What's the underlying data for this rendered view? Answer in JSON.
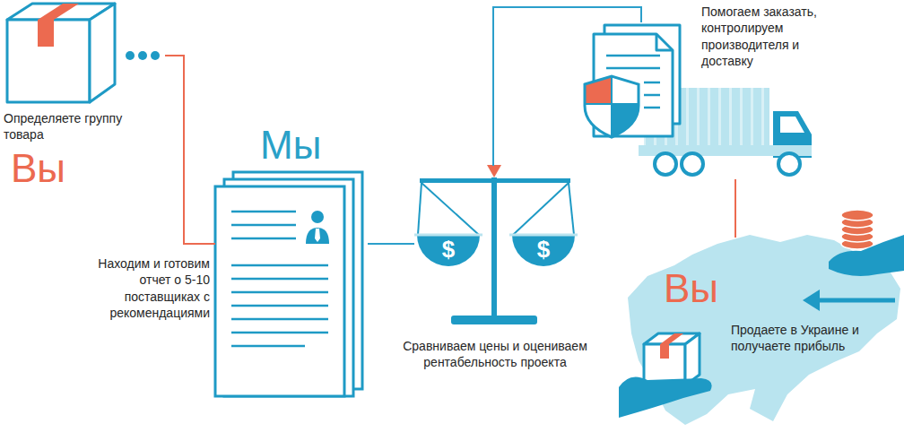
{
  "diagram": {
    "nodes": [
      {
        "text": [
          "Определяете группу товара",
          "Вы"
        ]
      },
      {
        "text": [
          "Мы",
          "Находим и готовим отчет о 5-10 поставщиках с рекомендациями"
        ]
      },
      {
        "text": [
          "Сравниваем цены и оцениваем рентабельность проекта"
        ]
      },
      {
        "text": [
          "Помогаем заказать, контролируем производителя и доставку"
        ]
      },
      {
        "text": [
          "Вы",
          "Продаете в Украине и получаете прибыль"
        ]
      }
    ],
    "edges": [
      {
        "from": 0,
        "to": 1,
        "arrow": "none"
      },
      {
        "from": 1,
        "to": 2,
        "arrow": "none"
      },
      {
        "from": 2,
        "to": 3,
        "arrow": "none"
      },
      {
        "from": 3,
        "to": 4,
        "arrow": "none"
      }
    ],
    "labels": [
      "$",
      "$"
    ]
  }
}
